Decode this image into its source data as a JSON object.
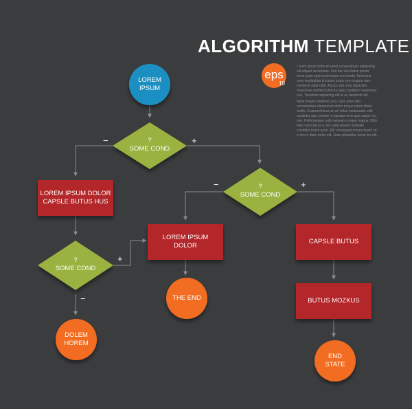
{
  "title": {
    "bold": "ALGORITHM",
    "light": "TEMPLATE"
  },
  "badge": {
    "text": "eps",
    "sub": "10"
  },
  "paragraphs": [
    "Lorem ipsum dolor sit amet consectetuer adipiscing elit aliquet accumsan. Sed hac nisi lorem ipsum tortor justo eget scelerisque sed morbi. Senectus urna vestibulum tincidunt turpis sem magna nam hendrerit vitae nibh. Auctor sed urna dignissim maecenas eleifend ultrices justo curabitur maecenas orci. Tincidunt adipiscing elit et ac hendrerit elit.",
    "Nulla mauris eleifend urna. Quis ante odio consectetuer elementum dolor neque lorem libero mollis. Euismod lacus et vel tellus malesuada velit curabitur quis semper a egestas eros quis sapien eu non. Pellentesque nulla aenean congue magna. Nibh felis morbi lacus a sed nulla laoreet molestie curabitur lorem proin. Elit consequat cursus lorem sit in leo in diam tortor elit. Justo phasellus lacus leo elit."
  ],
  "nodes": {
    "start": "LOREM\nIPSUM",
    "cond1": "?\nSOME COND",
    "box1": "LOREM IPSUM DOLOR\nCAPSLE BUTUS HUS",
    "cond2": "?\nSOME COND",
    "cond3": "?\nSOME COND",
    "box2": "LOREM IPSUM\nDOLOR",
    "box3": "CAPSLE BUTUS",
    "box4": "BUTUS  MOZKUS",
    "end1": "DOLEM\nHOREM",
    "end2": "THE END",
    "end3": "END\nSTATE"
  },
  "signs": {
    "minus": "−",
    "plus": "+"
  },
  "colors": {
    "background": "#3b3c3e",
    "start": "#1b8fc2",
    "decision": "#99b240",
    "process": "#b3262a",
    "terminal": "#f26d23",
    "connector": "#8a8c8f"
  }
}
